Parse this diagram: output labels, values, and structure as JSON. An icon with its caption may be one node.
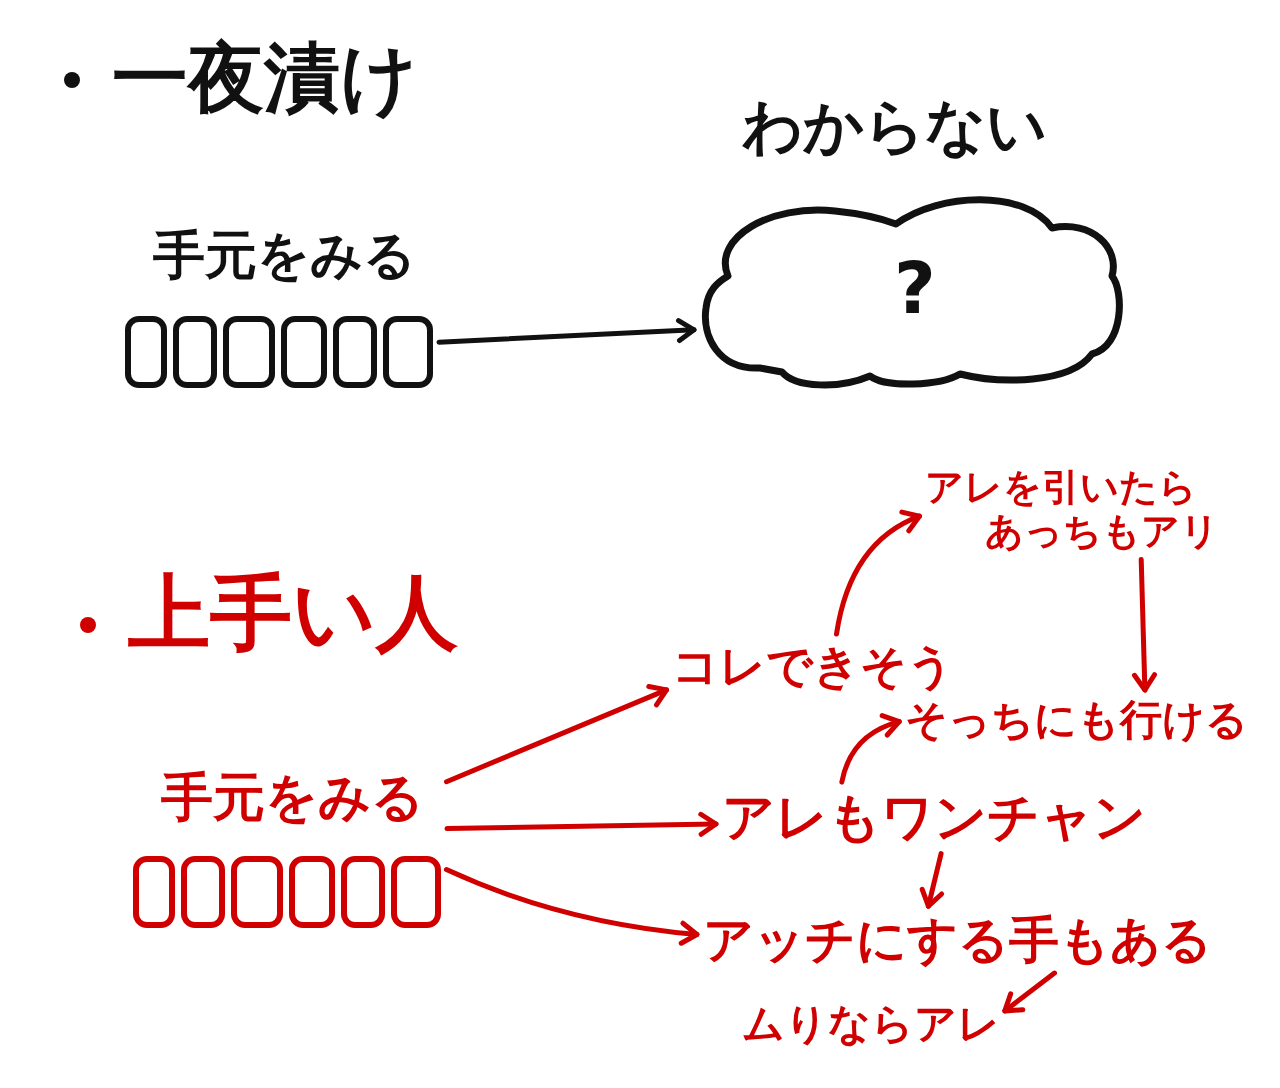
{
  "diagram": {
    "nodes": [
      {
        "text": [
          "手元をみる"
        ]
      },
      {
        "text": [
          "?"
        ],
        "beside": [
          "わからない"
        ]
      },
      {
        "text": [
          "手元をみる"
        ]
      },
      {
        "text": [
          "コレできそう"
        ]
      },
      {
        "text": [
          "アレを引いたらあっちもアリ"
        ]
      },
      {
        "text": [
          "そっちにも行ける"
        ]
      },
      {
        "text": [
          "アレもワンチャン"
        ]
      },
      {
        "text": [
          "アッチにする手もある"
        ]
      },
      {
        "text": [
          "ムりならアレ"
        ]
      }
    ],
    "edges": [
      {
        "from": 0,
        "to": 1,
        "arrow": "to",
        "color": "#111111"
      },
      {
        "from": 2,
        "to": 3,
        "arrow": "to"
      },
      {
        "from": 2,
        "to": 6,
        "arrow": "to"
      },
      {
        "from": 2,
        "to": 7,
        "arrow": "to"
      },
      {
        "from": 3,
        "to": 4,
        "arrow": "to"
      },
      {
        "from": 4,
        "to": 5,
        "arrow": "to"
      },
      {
        "from": 6,
        "to": 5,
        "arrow": "to"
      },
      {
        "from": 6,
        "to": 7,
        "arrow": "to"
      },
      {
        "from": 7,
        "to": 8,
        "arrow": "to"
      }
    ],
    "labels": [
      "一夜漬け",
      "上手い人"
    ]
  }
}
